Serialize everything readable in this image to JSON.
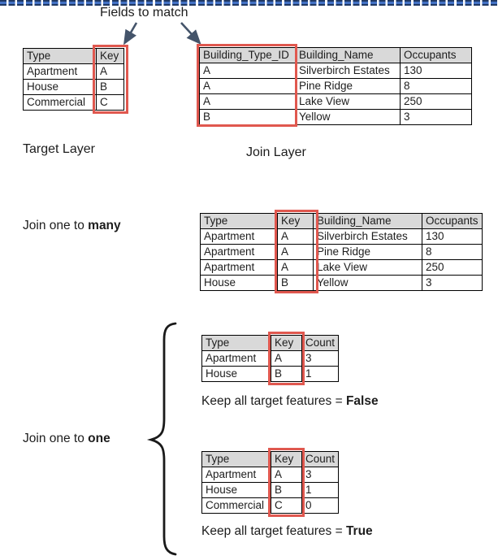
{
  "title": "Fields to match",
  "colors": {
    "highlight_red": "#E0584F",
    "divider_navy": "#1F3864",
    "divider_blue": "#4472C4",
    "arrow_navy": "#44546A",
    "header_gray": "#D9D9D9",
    "table_border": "#000000"
  },
  "top": {
    "target_table": {
      "headers": [
        "Type",
        "Key"
      ],
      "rows": [
        [
          "Apartment",
          "A"
        ],
        [
          "House",
          "B"
        ],
        [
          "Commercial",
          "C"
        ]
      ],
      "label": "Target Layer"
    },
    "join_table": {
      "headers": [
        "Building_Type_ID",
        "Building_Name",
        "Occupants"
      ],
      "rows": [
        [
          "A",
          "Silverbirch Estates",
          "130"
        ],
        [
          "A",
          "Pine Ridge",
          "8"
        ],
        [
          "A",
          "Lake View",
          "250"
        ],
        [
          "B",
          "Yellow",
          "3"
        ]
      ],
      "label": "Join Layer"
    }
  },
  "one_to_many": {
    "label_prefix": "Join one to ",
    "label_bold": "many",
    "table": {
      "headers": [
        "Type",
        "Key",
        "Building_Name",
        "Occupants"
      ],
      "rows": [
        [
          "Apartment",
          "A",
          "Silverbirch Estates",
          "130"
        ],
        [
          "Apartment",
          "A",
          "Pine Ridge",
          "8"
        ],
        [
          "Apartment",
          "A",
          "Lake View",
          "250"
        ],
        [
          "House",
          "B",
          "Yellow",
          "3"
        ]
      ]
    }
  },
  "one_to_one": {
    "label_prefix": "Join one to ",
    "label_bold": "one",
    "false_table": {
      "headers": [
        "Type",
        "Key",
        "Count"
      ],
      "rows": [
        [
          "Apartment",
          "A",
          "3"
        ],
        [
          "House",
          "B",
          "1"
        ]
      ],
      "caption_prefix": "Keep all target features = ",
      "caption_bold": "False"
    },
    "true_table": {
      "headers": [
        "Type",
        "Key",
        "Count"
      ],
      "rows": [
        [
          "Apartment",
          "A",
          "3"
        ],
        [
          "House",
          "B",
          "1"
        ],
        [
          "Commercial",
          "C",
          "0"
        ]
      ],
      "caption_prefix": "Keep all target features = ",
      "caption_bold": "True"
    }
  }
}
